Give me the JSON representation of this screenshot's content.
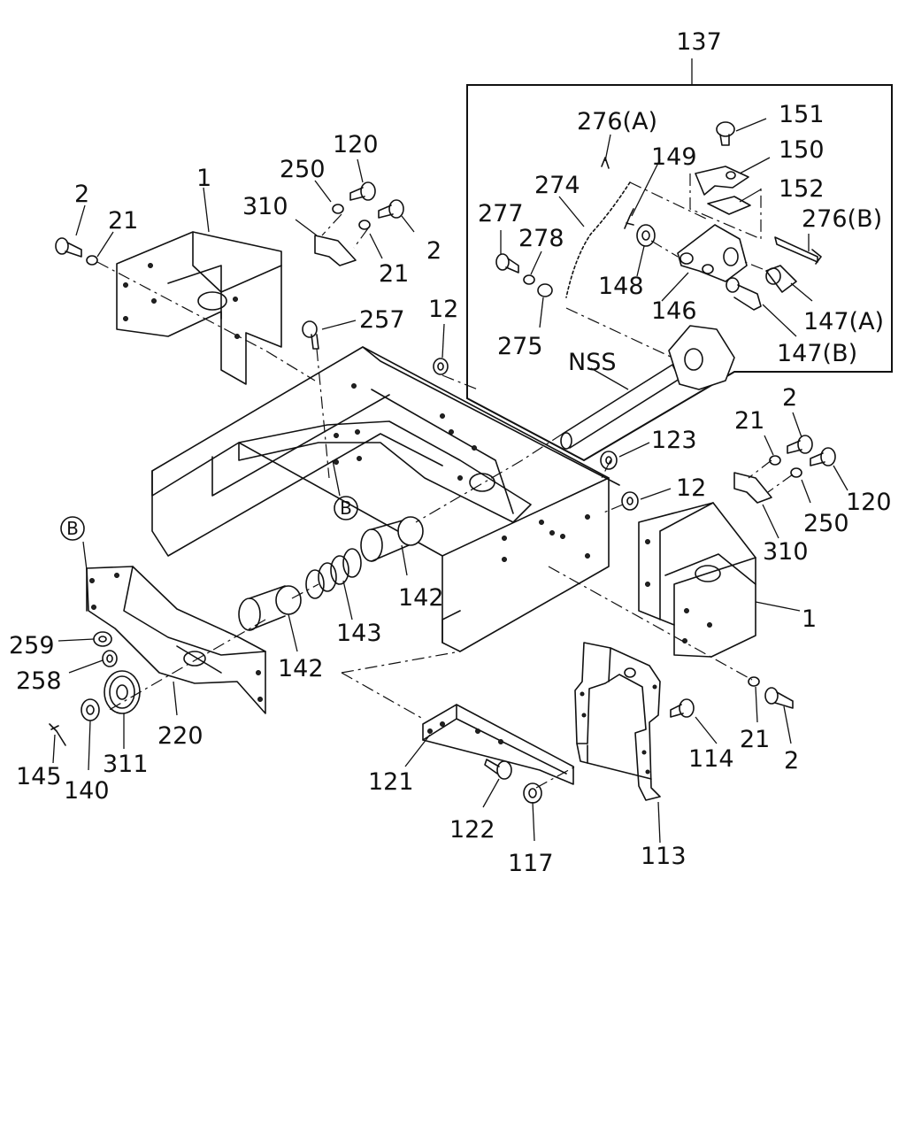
{
  "diagram": {
    "labels": {
      "group_137": "137",
      "nss": "NSS",
      "ref_b_upper": "B",
      "ref_b_lower": "B",
      "p1_left": "1",
      "p1_right": "1",
      "p2_left": "2",
      "p2_mid": "2",
      "p2_right_top": "2",
      "p2_right_bottom": "2",
      "p12_left": "12",
      "p12_right": "12",
      "p21_left": "21",
      "p21_mid": "21",
      "p21_right_top": "21",
      "p21_right_bottom": "21",
      "p113": "113",
      "p114": "114",
      "p117": "117",
      "p120_left": "120",
      "p120_right": "120",
      "p121": "121",
      "p122": "122",
      "p123": "123",
      "p140": "140",
      "p142_upper": "142",
      "p142_lower": "142",
      "p143": "143",
      "p145": "145",
      "p146": "146",
      "p147a": "147(A)",
      "p147b": "147(B)",
      "p148": "148",
      "p149": "149",
      "p150": "150",
      "p151": "151",
      "p152": "152",
      "p220": "220",
      "p250_left": "250",
      "p250_right": "250",
      "p257": "257",
      "p258": "258",
      "p259": "259",
      "p274": "274",
      "p275": "275",
      "p276a": "276(A)",
      "p276b": "276(B)",
      "p277": "277",
      "p278": "278",
      "p310_left": "310",
      "p310_right": "310",
      "p311": "311"
    }
  }
}
